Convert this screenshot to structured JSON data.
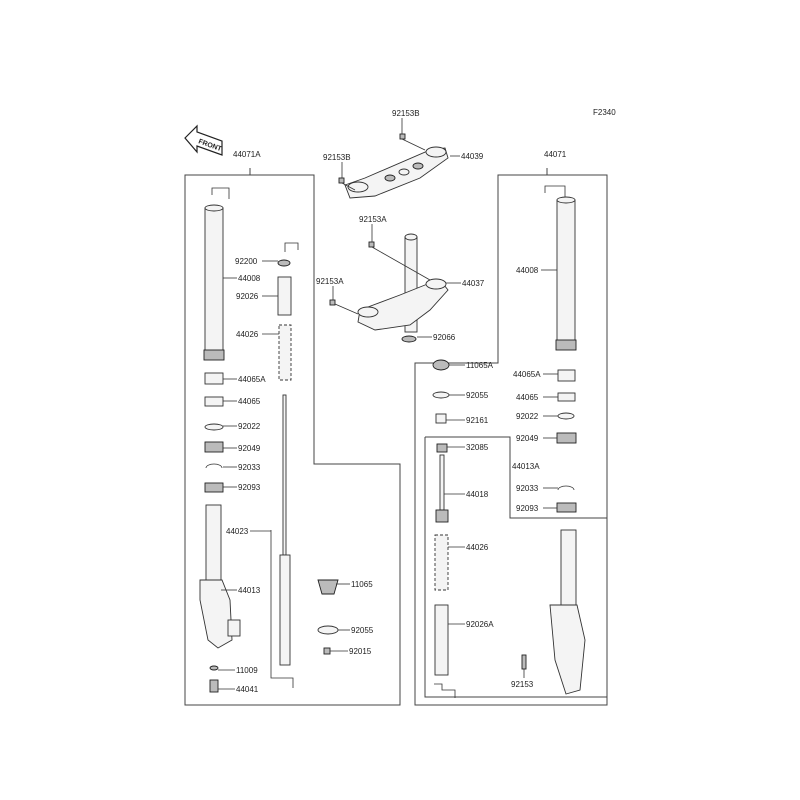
{
  "diagram_code": "F2340",
  "front_arrow": "FRONT",
  "labels": {
    "top_bolt_1": "92153B",
    "top_bolt_2": "92153B",
    "upper_bracket": "44039",
    "left_fork_assy": "44071A",
    "right_fork_assy": "44071",
    "stem_bolt_1": "92153A",
    "stem_bolt_2": "92153A",
    "stem_assy": "44037",
    "stem_seal": "92066",
    "l_92200": "92200",
    "l_44008": "44008",
    "l_92026": "92026",
    "l_44026": "44026",
    "l_44065A": "44065A",
    "l_44065": "44065",
    "l_92022": "92022",
    "l_92049": "92049",
    "l_92033": "92033",
    "l_92093": "92093",
    "l_44023": "44023",
    "l_44013": "44013",
    "l_11065": "11065",
    "l_92055": "92055",
    "l_92015": "92015",
    "l_11009": "11009",
    "l_44041": "44041",
    "r_44008": "44008",
    "r_11065A": "11065A",
    "r_92055": "92055",
    "r_92161": "92161",
    "r_44065A": "44065A",
    "r_44065": "44065",
    "r_92022": "92022",
    "r_92049": "92049",
    "r_32085": "32085",
    "r_44013A": "44013A",
    "r_44018": "44018",
    "r_92033": "92033",
    "r_92093": "92093",
    "r_44026": "44026",
    "r_92026A": "92026A",
    "r_92153": "92153"
  }
}
